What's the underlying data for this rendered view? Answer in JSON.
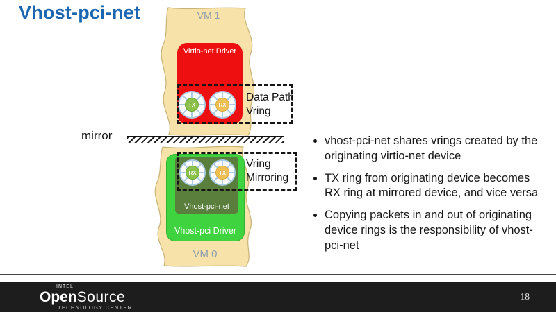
{
  "slide": {
    "title": "Vhost-pci-net",
    "page_number": "18"
  },
  "diagram": {
    "vm1": {
      "label": "VM 1",
      "driver": "Virtio-net Driver",
      "rings": [
        {
          "label": "TX"
        },
        {
          "label": "RX"
        }
      ]
    },
    "vm0": {
      "label": "VM 0",
      "driver": "Vhost-pci Driver",
      "device": "Vhost-pci-net",
      "rings": [
        {
          "label": "RX"
        },
        {
          "label": "TX"
        }
      ]
    },
    "data_path_vring_label": "Data Path Vring",
    "vring_mirroring_label": "Vring Mirroring",
    "mirror_label": "mirror"
  },
  "bullets": [
    "vhost-pci-net shares vrings created by the originating virtio-net device",
    "TX ring from originating device becomes RX ring at mirrored device, and vice versa",
    "Copying packets in and out of originating device rings is the responsibility of vhost-pci-net"
  ],
  "footer": {
    "brand_prefix": "INTEL",
    "brand_bold": "Open",
    "brand_light": "Source",
    "brand_suffix": "TECHNOLOGY CENTER"
  },
  "colors": {
    "title_blue": "#1A66B0",
    "vm_blob_tan": "#F7E2A9",
    "virtio_red": "#EE1010",
    "vhost_green": "#3FD33F",
    "vhost_dark_green": "#5A7E3C",
    "ring_green": "#8BC34A",
    "ring_gold": "#F0C152",
    "vm_label_gray": "#8C9DAD",
    "footer_dark": "#1D1D1D"
  }
}
